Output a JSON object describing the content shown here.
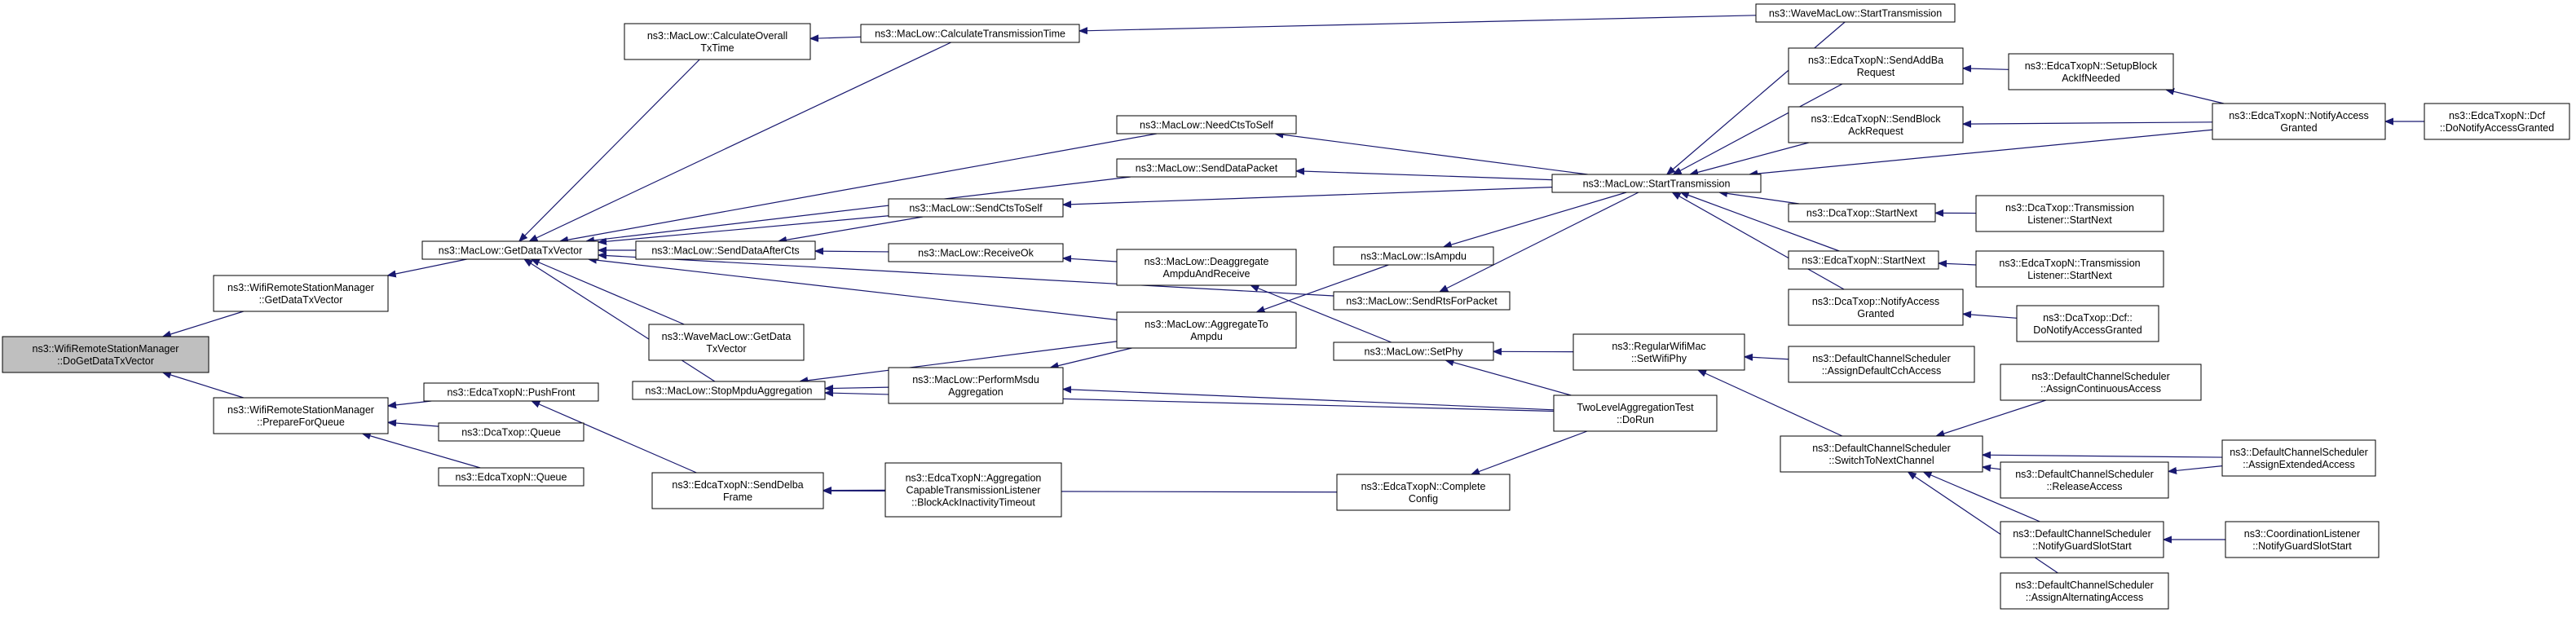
{
  "colors": {
    "edge": "#191970",
    "node_border": "#000000",
    "node_fill": "#ffffff",
    "root_fill": "#bfbfbf",
    "text": "#000000"
  },
  "root": "n0",
  "nodes": [
    {
      "id": "n0",
      "lines": [
        "ns3::WifiRemoteStationManager",
        "::DoGetDataTxVector"
      ]
    },
    {
      "id": "n1",
      "lines": [
        "ns3::WifiRemoteStationManager",
        "::GetDataTxVector"
      ]
    },
    {
      "id": "n2",
      "lines": [
        "ns3::WifiRemoteStationManager",
        "::PrepareForQueue"
      ]
    },
    {
      "id": "n3",
      "lines": [
        "ns3::MacLow::GetDataTxVector"
      ]
    },
    {
      "id": "n4",
      "lines": [
        "ns3::EdcaTxopN::PushFront"
      ]
    },
    {
      "id": "n5",
      "lines": [
        "ns3::DcaTxop::Queue"
      ]
    },
    {
      "id": "n6",
      "lines": [
        "ns3::EdcaTxopN::Queue"
      ]
    },
    {
      "id": "n7",
      "lines": [
        "ns3::MacLow::CalculateOverall",
        "TxTime"
      ]
    },
    {
      "id": "n8",
      "lines": [
        "ns3::MacLow::CalculateTransmissionTime"
      ]
    },
    {
      "id": "n9",
      "lines": [
        "ns3::MacLow::NeedCtsToSelf"
      ]
    },
    {
      "id": "n10",
      "lines": [
        "ns3::MacLow::SendDataPacket"
      ]
    },
    {
      "id": "n11",
      "lines": [
        "ns3::MacLow::SendCtsToSelf"
      ]
    },
    {
      "id": "n12",
      "lines": [
        "ns3::MacLow::SendDataAfterCts"
      ]
    },
    {
      "id": "n13",
      "lines": [
        "ns3::MacLow::ReceiveOk"
      ]
    },
    {
      "id": "n14",
      "lines": [
        "ns3::MacLow::Deaggregate",
        "AmpduAndReceive"
      ]
    },
    {
      "id": "n15",
      "lines": [
        "ns3::WaveMacLow::GetData",
        "TxVector"
      ]
    },
    {
      "id": "n16",
      "lines": [
        "ns3::MacLow::AggregateTo",
        "Ampdu"
      ]
    },
    {
      "id": "n17",
      "lines": [
        "ns3::MacLow::StopMpduAggregation"
      ]
    },
    {
      "id": "n18",
      "lines": [
        "ns3::MacLow::PerformMsdu",
        "Aggregation"
      ]
    },
    {
      "id": "n19",
      "lines": [
        "ns3::EdcaTxopN::SendDelba",
        "Frame"
      ]
    },
    {
      "id": "n20",
      "lines": [
        "ns3::EdcaTxopN::Aggregation",
        "CapableTransmissionListener",
        "::BlockAckInactivityTimeout"
      ]
    },
    {
      "id": "n21",
      "lines": [
        "ns3::MacLow::IsAmpdu"
      ]
    },
    {
      "id": "n22",
      "lines": [
        "ns3::MacLow::SendRtsForPacket"
      ]
    },
    {
      "id": "n23",
      "lines": [
        "ns3::MacLow::SetPhy"
      ]
    },
    {
      "id": "n24",
      "lines": [
        "ns3::EdcaTxopN::Complete",
        "Config"
      ]
    },
    {
      "id": "n25",
      "lines": [
        "ns3::WaveMacLow::StartTransmission"
      ]
    },
    {
      "id": "n26",
      "lines": [
        "ns3::MacLow::StartTransmission"
      ]
    },
    {
      "id": "n27",
      "lines": [
        "ns3::RegularWifiMac",
        "::SetWifiPhy"
      ]
    },
    {
      "id": "n28",
      "lines": [
        "TwoLevelAggregationTest",
        "::DoRun"
      ]
    },
    {
      "id": "n29",
      "lines": [
        "ns3::EdcaTxopN::SendAddBa",
        "Request"
      ]
    },
    {
      "id": "n30",
      "lines": [
        "ns3::EdcaTxopN::SendBlock",
        "AckRequest"
      ]
    },
    {
      "id": "n31",
      "lines": [
        "ns3::DcaTxop::StartNext"
      ]
    },
    {
      "id": "n32",
      "lines": [
        "ns3::EdcaTxopN::StartNext"
      ]
    },
    {
      "id": "n33",
      "lines": [
        "ns3::DcaTxop::NotifyAccess",
        "Granted"
      ]
    },
    {
      "id": "n34",
      "lines": [
        "ns3::DefaultChannelScheduler",
        "::AssignDefaultCchAccess"
      ]
    },
    {
      "id": "n35",
      "lines": [
        "ns3::DefaultChannelScheduler",
        "::SwitchToNextChannel"
      ]
    },
    {
      "id": "n36",
      "lines": [
        "ns3::EdcaTxopN::SetupBlock",
        "AckIfNeeded"
      ]
    },
    {
      "id": "n37",
      "lines": [
        "ns3::DcaTxop::Transmission",
        "Listener::StartNext"
      ]
    },
    {
      "id": "n38",
      "lines": [
        "ns3::EdcaTxopN::Transmission",
        "Listener::StartNext"
      ]
    },
    {
      "id": "n39",
      "lines": [
        "ns3::DcaTxop::Dcf::",
        "DoNotifyAccessGranted"
      ]
    },
    {
      "id": "n40",
      "lines": [
        "ns3::DefaultChannelScheduler",
        "::AssignContinuousAccess"
      ]
    },
    {
      "id": "n41",
      "lines": [
        "ns3::DefaultChannelScheduler",
        "::ReleaseAccess"
      ]
    },
    {
      "id": "n42",
      "lines": [
        "ns3::DefaultChannelScheduler",
        "::NotifyGuardSlotStart"
      ]
    },
    {
      "id": "n43",
      "lines": [
        "ns3::DefaultChannelScheduler",
        "::AssignAlternatingAccess"
      ]
    },
    {
      "id": "n44",
      "lines": [
        "ns3::EdcaTxopN::NotifyAccess",
        "Granted"
      ]
    },
    {
      "id": "n45",
      "lines": [
        "ns3::DefaultChannelScheduler",
        "::AssignExtendedAccess"
      ]
    },
    {
      "id": "n46",
      "lines": [
        "ns3::CoordinationListener",
        "::NotifyGuardSlotStart"
      ]
    },
    {
      "id": "n47",
      "lines": [
        "ns3::EdcaTxopN::Dcf",
        "::DoNotifyAccessGranted"
      ]
    }
  ],
  "edges": [
    [
      "n1",
      "n0"
    ],
    [
      "n2",
      "n0"
    ],
    [
      "n3",
      "n1"
    ],
    [
      "n4",
      "n2"
    ],
    [
      "n5",
      "n2"
    ],
    [
      "n6",
      "n2"
    ],
    [
      "n7",
      "n3"
    ],
    [
      "n8",
      "n3"
    ],
    [
      "n9",
      "n3"
    ],
    [
      "n10",
      "n3"
    ],
    [
      "n11",
      "n3"
    ],
    [
      "n12",
      "n3"
    ],
    [
      "n15",
      "n3"
    ],
    [
      "n16",
      "n3"
    ],
    [
      "n17",
      "n3"
    ],
    [
      "n22",
      "n3"
    ],
    [
      "n19",
      "n4"
    ],
    [
      "n8",
      "n7"
    ],
    [
      "n25",
      "n8"
    ],
    [
      "n26",
      "n9"
    ],
    [
      "n26",
      "n10"
    ],
    [
      "n26",
      "n11"
    ],
    [
      "n11",
      "n12"
    ],
    [
      "n13",
      "n12"
    ],
    [
      "n14",
      "n13"
    ],
    [
      "n23",
      "n14"
    ],
    [
      "n21",
      "n16"
    ],
    [
      "n16",
      "n17"
    ],
    [
      "n18",
      "n17"
    ],
    [
      "n28",
      "n17"
    ],
    [
      "n16",
      "n18"
    ],
    [
      "n28",
      "n18"
    ],
    [
      "n20",
      "n19"
    ],
    [
      "n24",
      "n19"
    ],
    [
      "n26",
      "n21"
    ],
    [
      "n26",
      "n22"
    ],
    [
      "n27",
      "n23"
    ],
    [
      "n28",
      "n23"
    ],
    [
      "n28",
      "n24"
    ],
    [
      "n25",
      "n26"
    ],
    [
      "n29",
      "n26"
    ],
    [
      "n30",
      "n26"
    ],
    [
      "n31",
      "n26"
    ],
    [
      "n32",
      "n26"
    ],
    [
      "n33",
      "n26"
    ],
    [
      "n44",
      "n26"
    ],
    [
      "n34",
      "n27"
    ],
    [
      "n35",
      "n27"
    ],
    [
      "n36",
      "n29"
    ],
    [
      "n44",
      "n30"
    ],
    [
      "n37",
      "n31"
    ],
    [
      "n38",
      "n32"
    ],
    [
      "n39",
      "n33"
    ],
    [
      "n40",
      "n35"
    ],
    [
      "n41",
      "n35"
    ],
    [
      "n42",
      "n35"
    ],
    [
      "n43",
      "n35"
    ],
    [
      "n45",
      "n35"
    ],
    [
      "n44",
      "n36"
    ],
    [
      "n45",
      "n41"
    ],
    [
      "n46",
      "n42"
    ],
    [
      "n47",
      "n44"
    ]
  ]
}
